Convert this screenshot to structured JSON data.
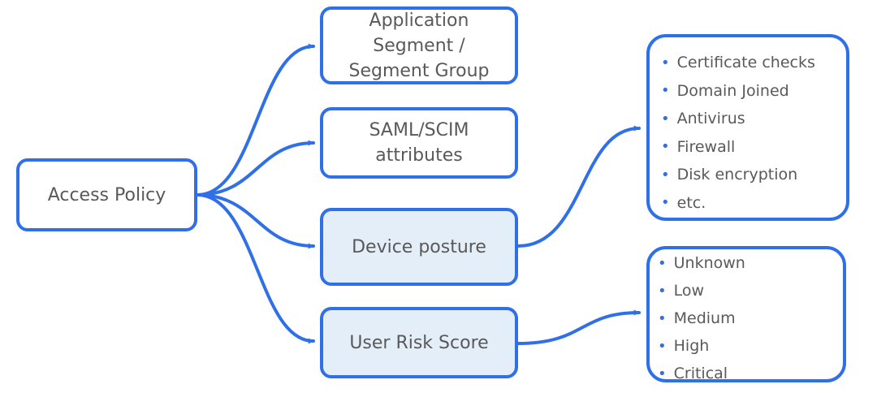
{
  "nodes": {
    "access_policy": "Access Policy",
    "app_segment": "Application\nSegment /\nSegment Group",
    "saml_scim": "SAML/SCIM\nattributes",
    "device_posture": "Device posture",
    "user_risk": "User Risk Score"
  },
  "posture_checks": [
    "Certificate checks",
    "Domain Joined",
    "Antivirus",
    "Firewall",
    "Disk encryption",
    "etc."
  ],
  "risk_levels": [
    "Unknown",
    "Low",
    "Medium",
    "High",
    "Critical"
  ],
  "colors": {
    "accent": "#2f6fe8",
    "box_fill": "#ffffff",
    "highlight_fill": "#e4eef9",
    "text": "#595959"
  }
}
